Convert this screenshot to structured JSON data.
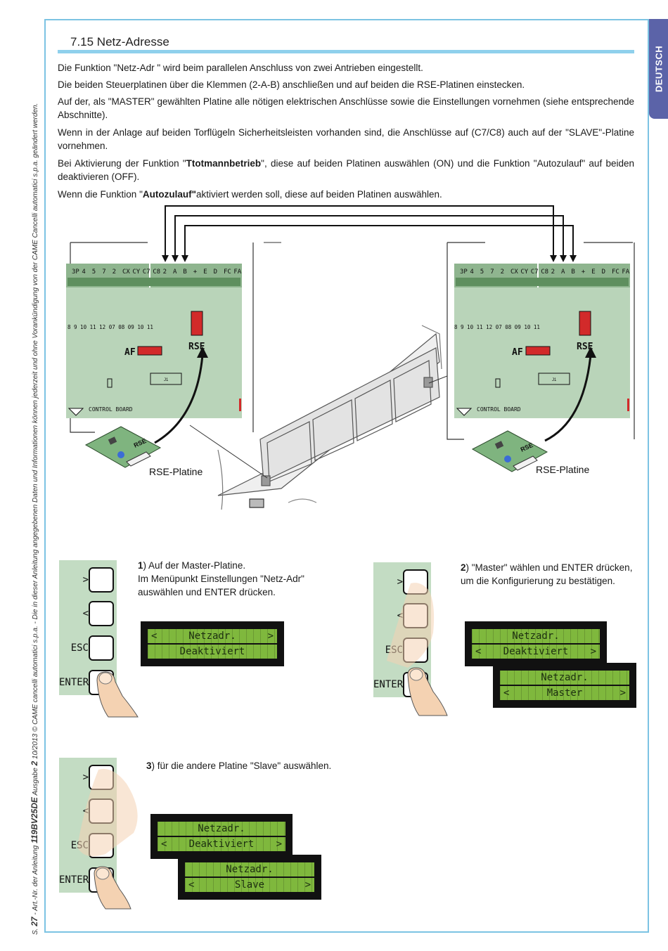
{
  "page": {
    "lang_tab": "DEUTSCH",
    "side_note_prefix": "S.",
    "side_note_page": "27",
    "side_note_mid": " - Art.-Nr. der Anleitung ",
    "side_note_doc": "119BV25DE",
    "side_note_edition_prefix": " Ausgabe ",
    "side_note_edition": "2",
    "side_note_rest": " 10/2013 © CAME cancelli automatici s.p.a. - Die in dieser Anleitung angegebenen Daten und Informationen können jederzeit und ohne Vorankündigung von der CAME Cancelli automatici s.p.a. geändert werden."
  },
  "section": {
    "title": "7.15 Netz-Adresse"
  },
  "paragraphs": {
    "p1": "Die Funktion \"Netz-Adr \" wird beim parallelen Anschluss von zwei Antrieben eingestellt.",
    "p2": "Die beiden Steuerplatinen über die Klemmen (2-A-B) anschließen und auf beiden die RSE-Platinen einstecken.",
    "p3": "Auf der, als \"MASTER\" gewählten Platine alle nötigen elektrischen Anschlüsse sowie die Einstellungen vornehmen (siehe entsprechende Abschnitte).",
    "p4": "Wenn in der Anlage auf beiden Torflügeln Sicherheitsleisten vorhanden sind, die Anschlüsse auf (C7/C8) auch auf der \"SLAVE\"-Platine vornehmen.",
    "p5_a": "Bei Aktivierung der Funktion \"",
    "p5_b": "Ttotmannbetrieb",
    "p5_c": "\", diese auf beiden Platinen auswählen (ON) und die Funktion \"Autozulauf\" auf beiden deaktivieren (OFF).",
    "p6_a": "Wenn die Funktion \"",
    "p6_b": "Autozulauf\"",
    "p6_c": "aktiviert werden soll, diese auf beiden Platinen auswählen."
  },
  "diagram": {
    "terminals": [
      "3P",
      "4",
      "5",
      "7",
      "2",
      "CX",
      "CY",
      "C7",
      "C8",
      "2",
      "A",
      "B",
      "+",
      "E",
      "D",
      "FC",
      "FA"
    ],
    "row_numbers": "8  9  10  11  12     07  08  09  10  11",
    "af_label": "AF",
    "rse_label": "RSE",
    "j1_label": "J1",
    "board_label": "CONTROL BOARD",
    "rse_card_label": "RSE",
    "rse_platine_left": "RSE-Platine",
    "rse_platine_right": "RSE-Platine"
  },
  "keys": {
    "next": ">",
    "prev": "<",
    "esc": "ESC",
    "enter": "ENTER"
  },
  "steps": {
    "s1_num": "1",
    "s1_text": ") Auf der Master-Platine.",
    "s1_line2": "Im Menüpunkt Einstellungen \"Netz-Adr\"",
    "s1_line3": "auswählen und ENTER drücken.",
    "s2_num": "2",
    "s2_text": ") \"Master\" wählen und ENTER drücken,",
    "s2_line2": "um die Konfigurierung zu bestätigen.",
    "s3_num": "3",
    "s3_text": ") für die andere Platine \"Slave\" auswählen."
  },
  "lcd": {
    "title": "Netzadr.",
    "disabled": "Deaktiviert",
    "master": "Master",
    "slave": "Slave",
    "arrow_left": "<",
    "arrow_right": ">"
  },
  "colors": {
    "frame": "#7cc3e3",
    "tab": "#5b63a8",
    "board": "#b9d4b9",
    "lcd_green": "#7fb83d",
    "connector_red": "#d22a2a"
  }
}
